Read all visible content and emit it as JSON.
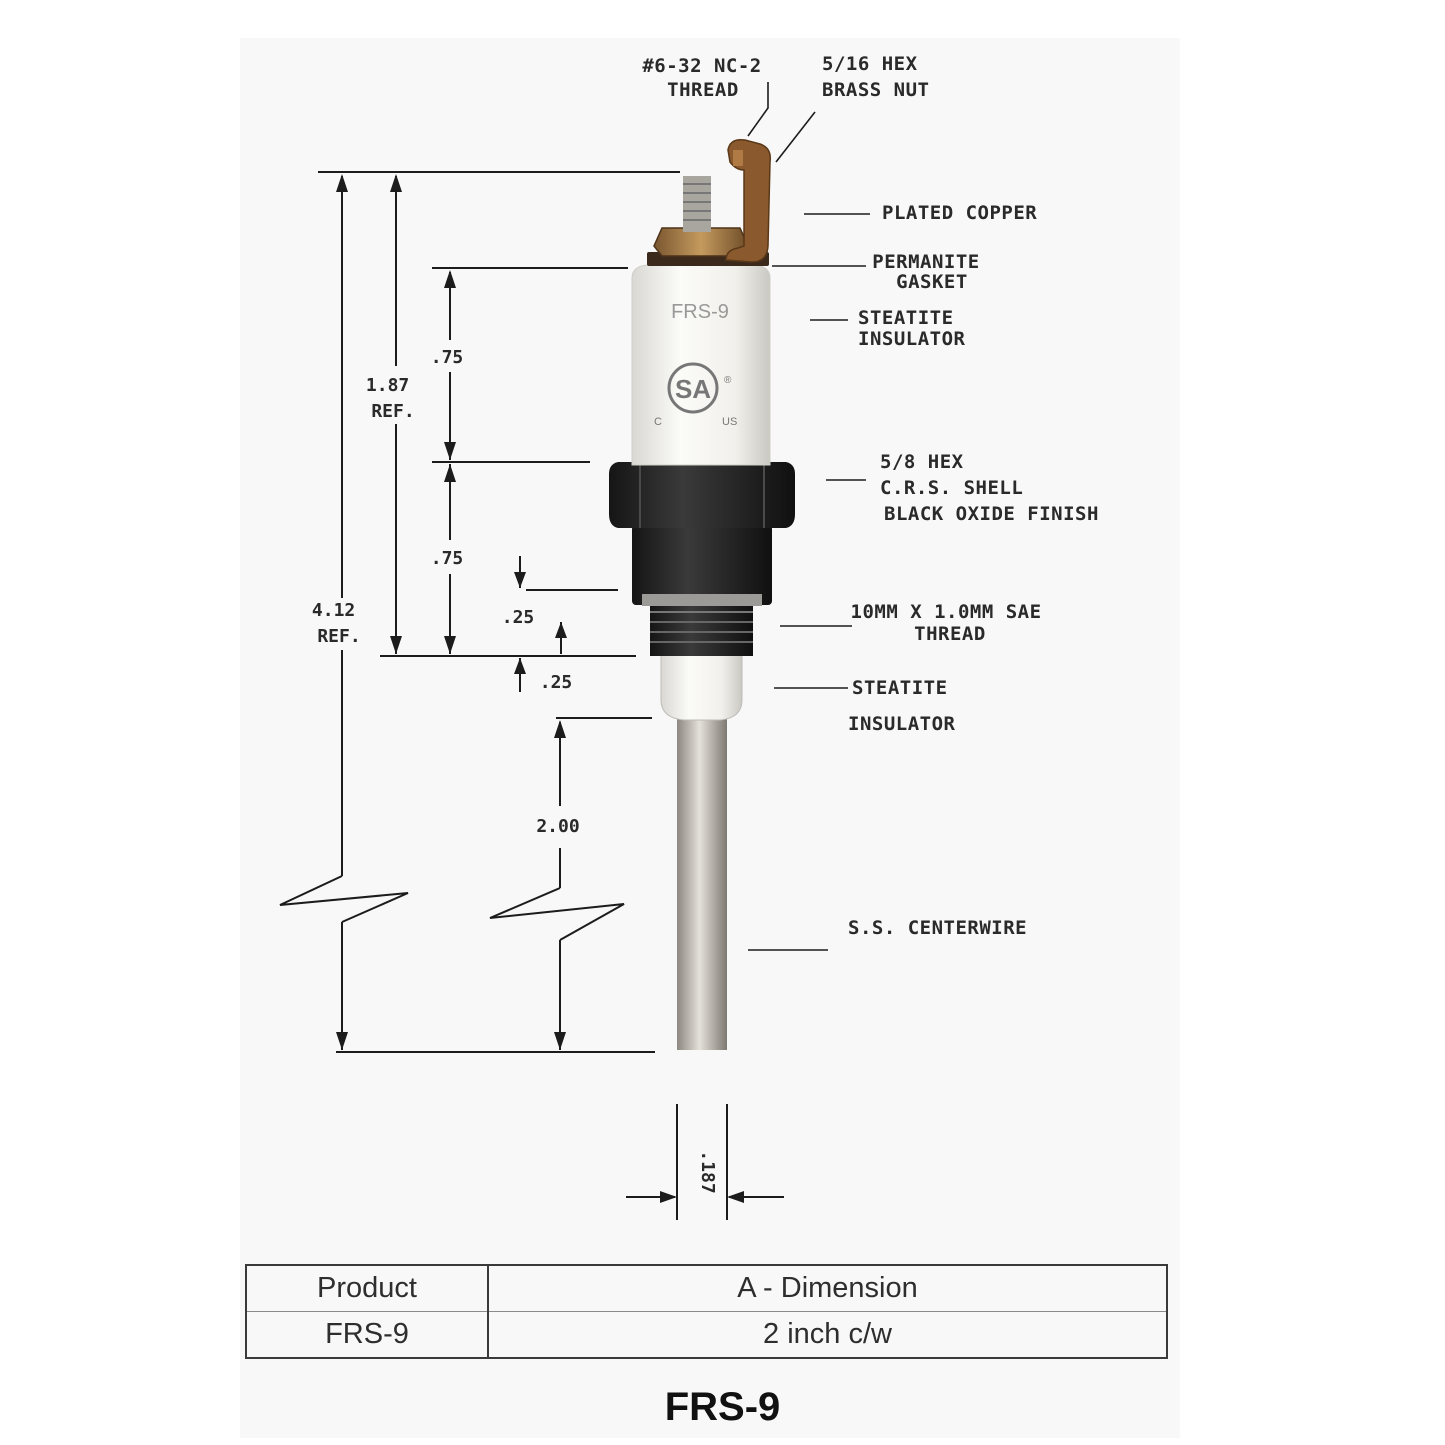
{
  "callouts": {
    "thread_top": [
      "#6-32 NC-2",
      "THREAD"
    ],
    "hex_nut": [
      "5/16 HEX",
      "BRASS NUT"
    ],
    "plated_copper": [
      "PLATED COPPER"
    ],
    "gasket": [
      "PERMANITE",
      "GASKET"
    ],
    "insulator_top": [
      "STEATITE",
      "INSULATOR"
    ],
    "hex_shell": [
      "5/8 HEX",
      "C.R.S. SHELL",
      "BLACK OXIDE FINISH"
    ],
    "sae_thread": [
      "10MM X 1.0MM SAE",
      "THREAD"
    ],
    "insulator_bottom": [
      "STEATITE",
      "INSULATOR"
    ],
    "centerwire": [
      "S.S. CENTERWIRE"
    ]
  },
  "dimensions": {
    "overall": [
      "4.12",
      "REF."
    ],
    "upper": [
      "1.87",
      "REF."
    ],
    "upper_a": ".75",
    "upper_b": ".75",
    "thread_len": ".25",
    "insulator_len": ".25",
    "wire_len": "2.00",
    "wire_dia": ".187"
  },
  "label_on_part": "FRS-9",
  "cert_mark": {
    "letters": "SA",
    "c": "C",
    "us": "US",
    "r": "®"
  },
  "table": {
    "headers": [
      "Product",
      "A - Dimension"
    ],
    "rows": [
      [
        "FRS-9",
        "2 inch c/w"
      ]
    ]
  },
  "caption": "FRS-9",
  "colors": {
    "insulator": "#f4f3ef",
    "shell": "#222222",
    "copper": "#8a5a2e",
    "brass": "#b08040",
    "wire": "#b9b3ab"
  }
}
